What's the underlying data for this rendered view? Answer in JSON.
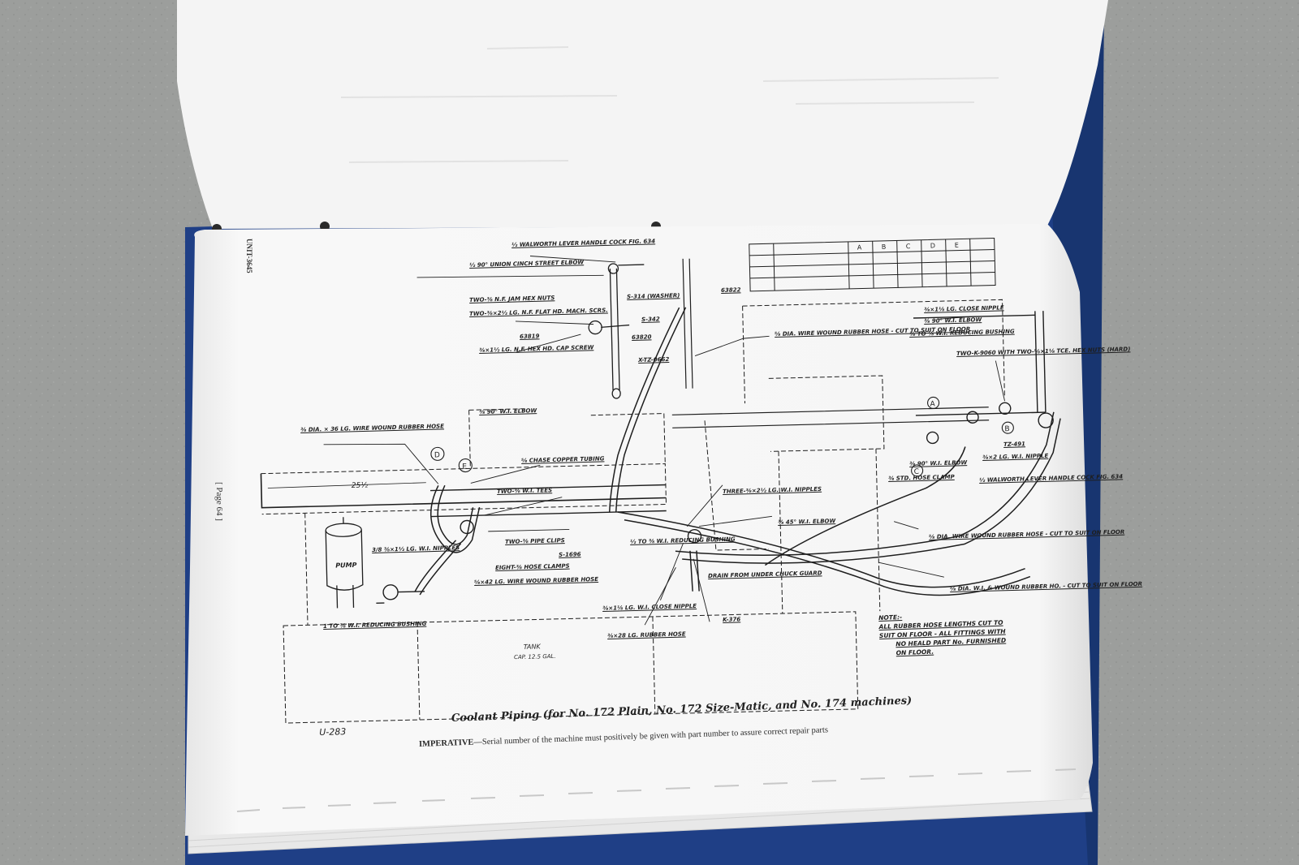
{
  "photo": {
    "subject": "Open bound manual showing coolant piping diagram",
    "colors": {
      "background": "#9c9e9c",
      "page": "#f7f7f7",
      "binder": "#1f3f86",
      "ink": "#222222"
    }
  },
  "page": {
    "page_number": "[ Page 64 ]",
    "unit_code": "UNIT-3645",
    "caption_title": "Coolant Piping (for No. 172 Plain, No. 172 Size-Matic, and No. 174 machines)",
    "caption_note_lead": "IMPERATIVE",
    "caption_note_text": "—Serial number of the machine must positively be given with part number to assure correct repair parts"
  },
  "diagram": {
    "drawing_number": "U-283",
    "tank_label": "TANK",
    "tank_capacity": "CAP. 12.5 GAL.",
    "pump_label": "PUMP",
    "dimension": "25½",
    "callouts": {
      "a": "A",
      "b": "B",
      "c": "C",
      "d": "D",
      "e": "E"
    },
    "labels": {
      "cock": "½ WALWORTH LEVER HANDLE COCK FIG. 634",
      "union_elbow": "½ 90° UNION CINCH STREET ELBOW",
      "jam_nuts": "TWO-⅜ N.F. JAM HEX NUTS",
      "flat_screw": "TWO-⅜×2½ LG. N.F. FLAT HD. MACH. SCRS.",
      "hex_screw": "⅜×1½ LG. N.F. HEX HD. CAP SCREW",
      "washer": "S-314 (WASHER)",
      "part_63822": "63822",
      "part_s342": "S-342",
      "part_63819": "63819",
      "part_63820": "63820",
      "part_xtz": "X-TZ-0662",
      "hose_top": "⅝ DIA. WIRE WOUND RUBBER HOSE - CUT TO SUIT ON FLOOR",
      "close_nipple": "⅜×1⅛ LG. CLOSE NIPPLE",
      "elbow_90_top": "⅜ 90° W.I. ELBOW",
      "reducing_bushing_top": "⅜ TO ⅛ W.I. REDUCING BUSHING",
      "nuts_two": "TWO-K-9060 WITH TWO-⅝×1⅛ TCE. HEX NUTS (HARD)",
      "part_tz491": "TZ-491",
      "nipple_right": "⅜×2 LG. W.I. NIPPLE",
      "elbow_90_mid": "⅜ 90° W.I. ELBOW",
      "hose_clamp_std": "⅜ STD. HOSE CLAMP",
      "lever_cock": "½ WALWORTH LEVER HANDLE COCK FIG. 634",
      "hose_left": "⅜ DIA. × 36 LG. WIRE WOUND RUBBER HOSE",
      "elbow_90_left": "⅜ 90° W.I. ELBOW",
      "copper_tubing": "⅝ CHASE COPPER TUBING",
      "tees": "TWO-⅜ W.I. TEES",
      "pipe_clips": "TWO-⅜ PIPE CLIPS",
      "part_s1696": "S-1696",
      "hose_clamps": "EIGHT-⅜ HOSE CLAMPS",
      "nipples_pump": "3/8 ⅜×1½ LG. W.I. NIPPLES",
      "hose_pump": "⅝×42 LG. WIRE WOUND RUBBER HOSE",
      "reducing_bushing_pump": "1 TO ⅜ W.I. REDUCING BUSHING",
      "three_nipples": "THREE-⅜×2½ LG. W.I. NIPPLES",
      "bushing_center": "½ TO ⅜ W.I. REDUCING BUSHING",
      "elbow_45": "⅜ 45° W.I. ELBOW",
      "close_nipple_bottom": "⅜×1⅛ LG. W.I. CLOSE NIPPLE",
      "hose_bottom": "⅜×28 LG. RUBBER HOSE",
      "part_k376": "K-376",
      "drain": "DRAIN FROM UNDER CHUCK GUARD",
      "hose_right_1": "⅝ DIA. WIRE WOUND RUBBER HOSE - CUT TO SUIT ON FLOOR",
      "hose_right_2": "⅝ DIA. W.I. & WOUND RUBBER HO. - CUT TO SUIT ON FLOOR"
    },
    "note_lines": [
      "NOTE:-",
      "ALL RUBBER HOSE LENGTHS CUT TO",
      "SUIT ON FLOOR - ALL FITTINGS WITH",
      "NO HEALD PART No. FURNISHED",
      "ON FLOOR."
    ],
    "table_headers": [
      "",
      "",
      "A",
      "B",
      "C",
      "D",
      "E"
    ]
  }
}
